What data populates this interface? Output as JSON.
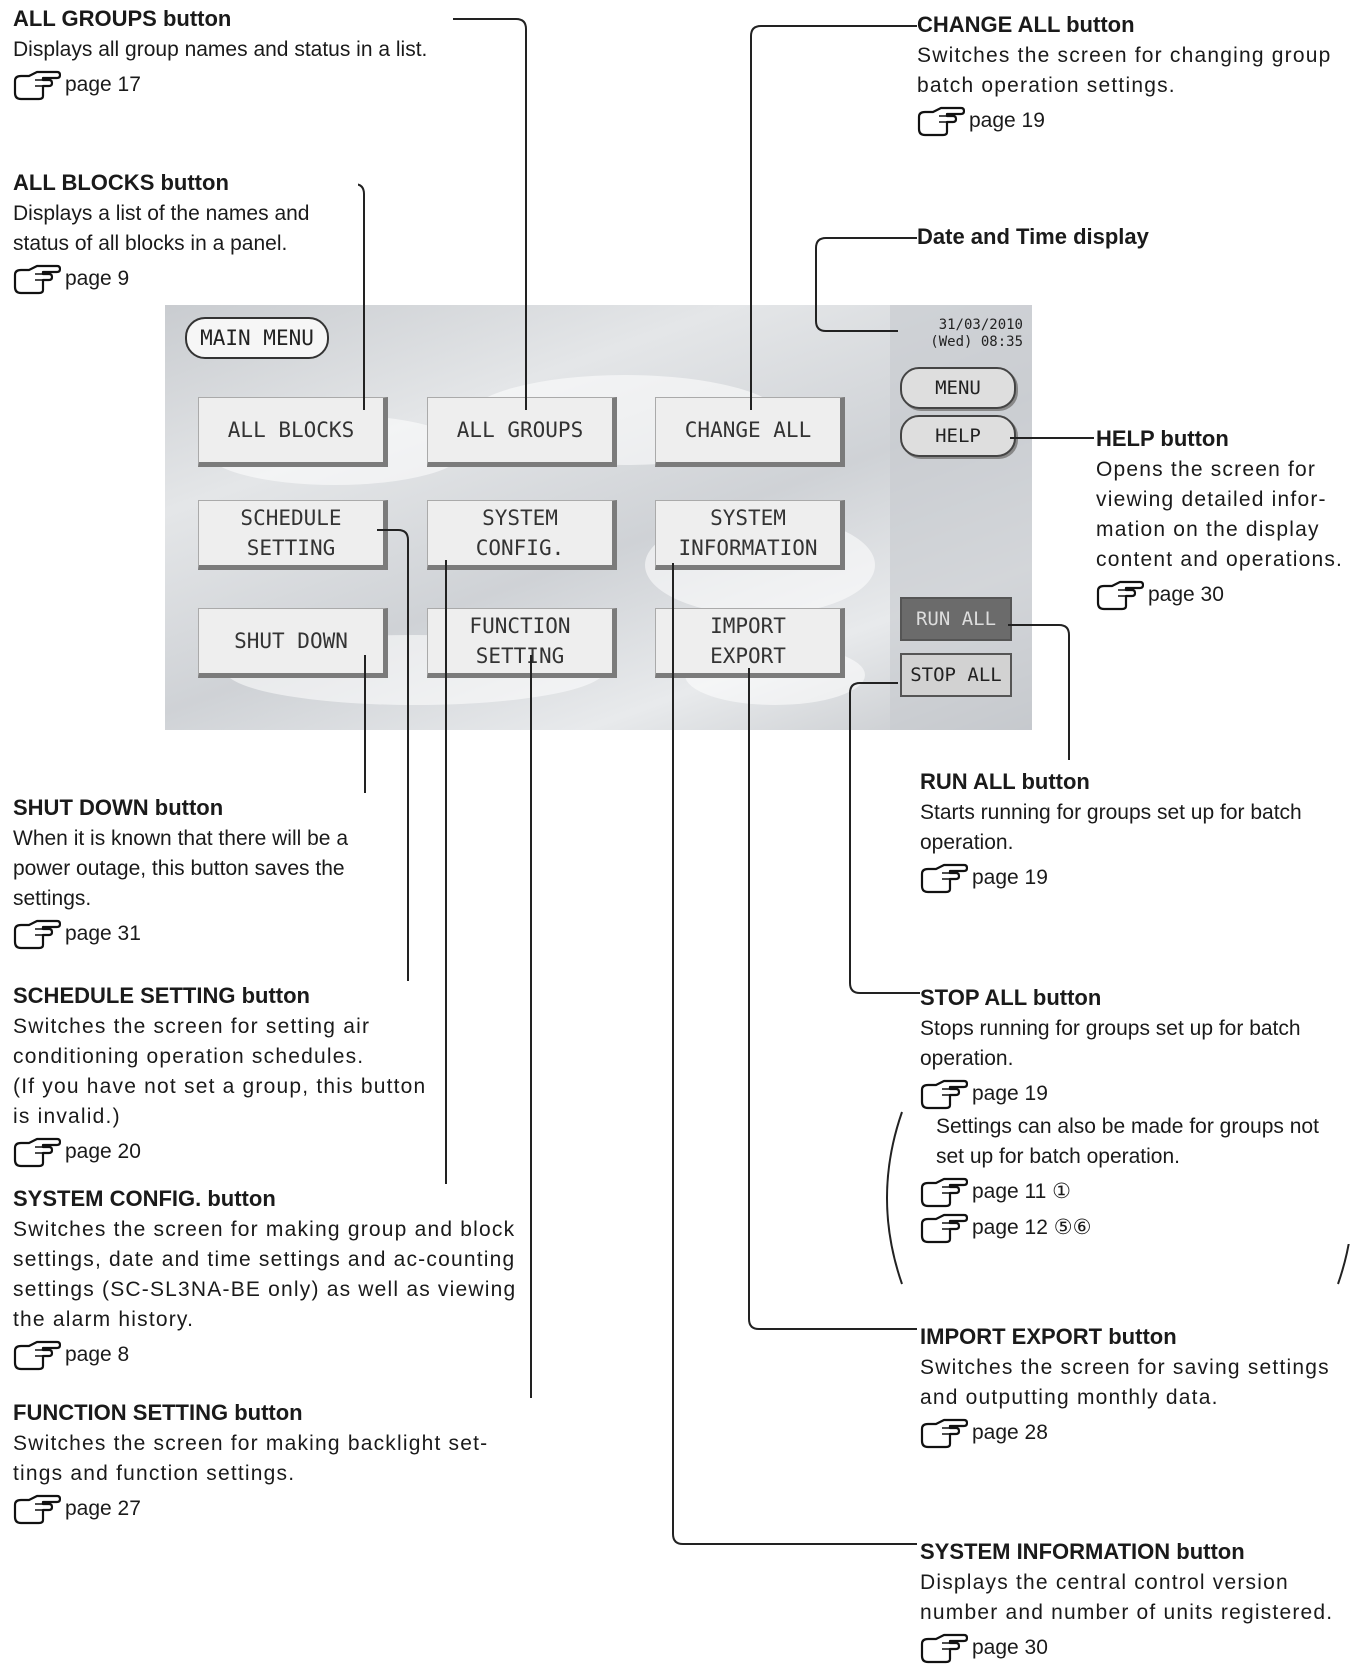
{
  "screen": {
    "title": "MAIN MENU",
    "date": "31/03/2010",
    "day_time": "(Wed) 08:35",
    "buttons": {
      "all_blocks": "ALL BLOCKS",
      "all_groups": "ALL GROUPS",
      "change_all": "CHANGE ALL",
      "schedule_setting": "SCHEDULE\nSETTING",
      "system_config": "SYSTEM\nCONFIG.",
      "system_information": "SYSTEM\nINFORMATION",
      "shut_down": "SHUT DOWN",
      "function_setting": "FUNCTION\nSETTING",
      "import_export": "IMPORT\nEXPORT",
      "menu": "MENU",
      "help": "HELP",
      "run_all": "RUN ALL",
      "stop_all": "STOP ALL"
    }
  },
  "callouts": {
    "all_groups": {
      "title": "ALL GROUPS button",
      "text": "Displays all group names and status in a list.",
      "page": "page 17"
    },
    "all_blocks": {
      "title": "ALL BLOCKS button",
      "text": "Displays a list of the names and status of all blocks in a panel.",
      "page": "page 9"
    },
    "change_all": {
      "title": "CHANGE ALL button",
      "text": "Switches the screen for changing group batch operation settings.",
      "page": "page 19"
    },
    "date_time": {
      "title": "Date and Time display"
    },
    "help": {
      "title": "HELP button",
      "text": "Opens the screen for viewing detailed infor-mation on the display content and operations.",
      "page": "page 30"
    },
    "run_all": {
      "title": "RUN ALL button",
      "text": "Starts running for groups set up for batch operation.",
      "page": "page 19"
    },
    "shut_down": {
      "title": "SHUT DOWN button",
      "text": "When it is known that there will be a power outage, this button saves the settings.",
      "page": "page 31"
    },
    "stop_all": {
      "title": "STOP ALL button",
      "text": "Stops running for groups set up for batch operation.",
      "page": "page 19",
      "note": "Settings can also be made for groups not set up for batch operation.",
      "note_page_1": "page 11 ①",
      "note_page_2": "page 12 ⑤⑥"
    },
    "schedule_setting": {
      "title": "SCHEDULE SETTING button",
      "text": "Switches the screen for setting air conditioning operation schedules.",
      "text2": "(If you have not set a group, this button is invalid.)",
      "page": "page 20"
    },
    "system_config": {
      "title": "SYSTEM CONFIG. button",
      "text": "Switches the screen for making group and block settings, date and time settings and ac-counting settings (SC-SL3NA-BE only) as well as viewing the alarm history.",
      "page": "page 8"
    },
    "import_export": {
      "title": "IMPORT EXPORT button",
      "text": "Switches the screen for saving settings and outputting monthly data.",
      "page": "page 28"
    },
    "function_setting": {
      "title": "FUNCTION SETTING button",
      "text": "Switches the screen for making backlight set-tings and function settings.",
      "page": "page 27"
    },
    "system_information": {
      "title": "SYSTEM INFORMATION button",
      "text": "Displays the central control version number and number of units registered.",
      "page": "page 30"
    }
  },
  "colors": {
    "run_all_bg": "#6b6b6b",
    "leader_line": "#222222"
  }
}
